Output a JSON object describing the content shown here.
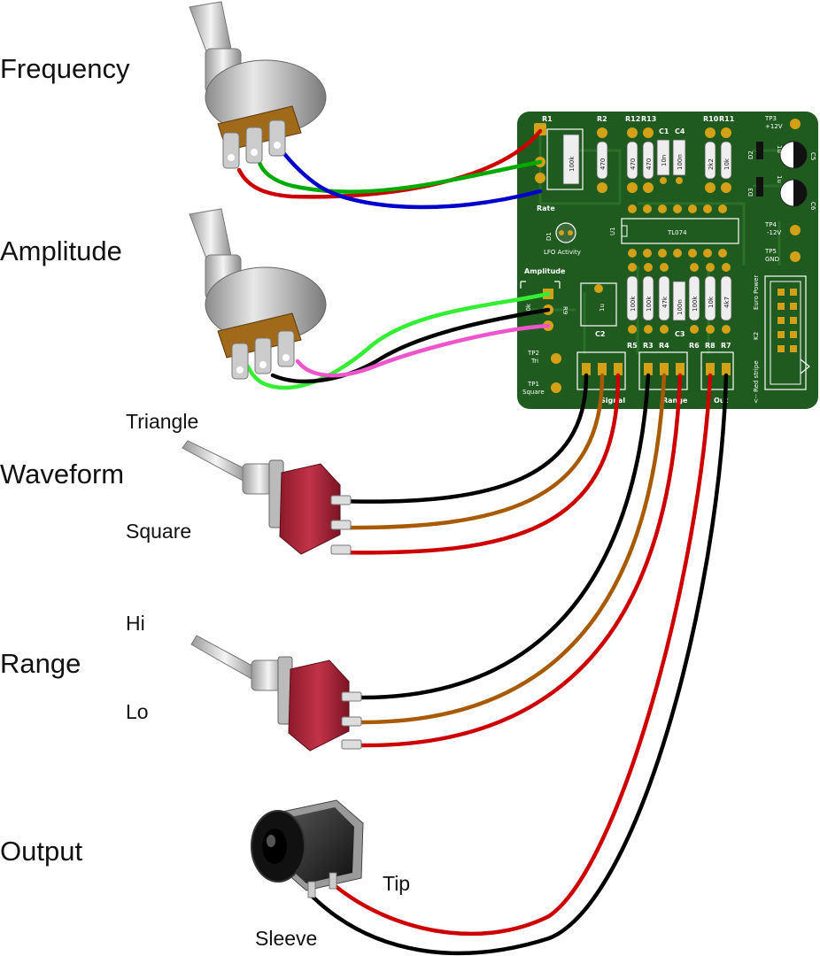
{
  "labels": {
    "frequency": "Frequency",
    "amplitude": "Amplitude",
    "waveform": "Waveform",
    "triangle": "Triangle",
    "square": "Square",
    "range": "Range",
    "hi": "Hi",
    "lo": "Lo",
    "output": "Output",
    "tip": "Tip",
    "sleeve": "Sleeve"
  },
  "pcb": {
    "rate": "Rate",
    "amplitude": "Amplitude",
    "lfo_activity": "LFO Activity",
    "d1": "D1",
    "u1": "U1",
    "tl074": "TL074",
    "r1": "R1",
    "r2": "R2",
    "r12": "R12",
    "r13": "R13",
    "c1": "C1",
    "c4": "C4",
    "r10": "R10",
    "r11": "R11",
    "r5": "R5",
    "r3": "R3",
    "r4": "R4",
    "r6": "R6",
    "r8": "R8",
    "r7": "R7",
    "r9": "R9",
    "c2": "C2",
    "c3": "C3",
    "d2": "D2",
    "d3": "D3",
    "c5": "C5",
    "c6": "C6",
    "k2": "K2",
    "tp3": "TP3",
    "plus12": "+12V",
    "tp4": "TP4",
    "minus12": "-12V",
    "tp5": "TP5",
    "gnd": "GND",
    "tp2": "TP2",
    "tri": "Tri",
    "tp1": "TP1",
    "square": "Square",
    "euro_power": "Euro Power",
    "red_stripe": "<-- Red stripe",
    "hdr_signal": "Signal",
    "hdr_range": "Range",
    "hdr_out": "Out",
    "v100k": "100k",
    "v470": "470",
    "v10n": "10n",
    "v100n": "100n",
    "v2k2": "2k2",
    "v10k": "10k",
    "v1u": "1u",
    "v47k": "47k",
    "v4k7": "4k7"
  },
  "colors": {
    "pcb": "#1f5a1f",
    "pad": "#d4a017",
    "wire_red": "#cc0000",
    "wire_black": "#000000",
    "wire_brown": "#a85a00",
    "wire_green": "#00aa00",
    "wire_blue": "#0000cc",
    "wire_lime": "#33ee33",
    "wire_pink": "#ee55cc"
  }
}
